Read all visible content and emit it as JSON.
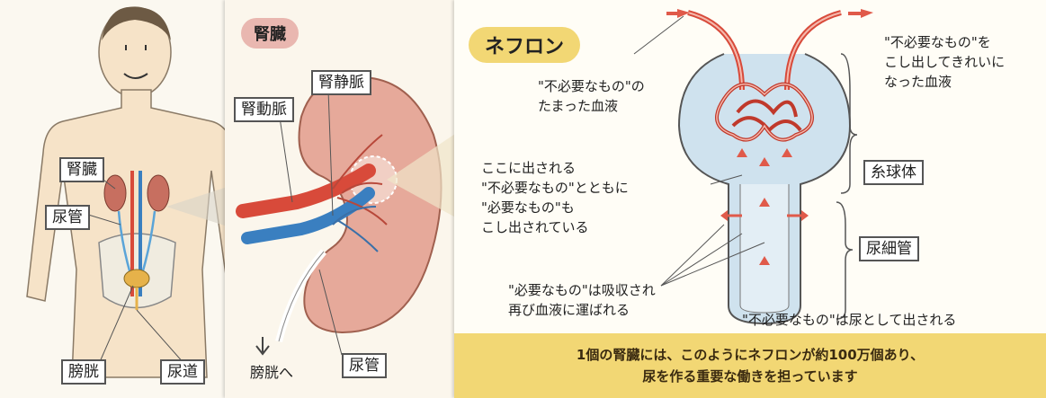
{
  "body_panel": {
    "labels": {
      "kidney": "腎臓",
      "ureter": "尿管",
      "bladder": "膀胱",
      "urethra": "尿道"
    }
  },
  "kidney_panel": {
    "title": "腎臓",
    "labels": {
      "renal_vein": "腎静脈",
      "renal_artery": "腎動脈",
      "ureter": "尿管",
      "to_bladder": "膀胱へ"
    }
  },
  "nephron_panel": {
    "title": "ネフロン",
    "labels": {
      "dirty_blood": "\"不必要なもの\"の\nたまった血液",
      "clean_blood": "\"不必要なもの\"を\nこし出してきれいに\nなった血液",
      "glomerulus": "糸球体",
      "tubule": "尿細管",
      "filtered": "ここに出される\n\"不必要なもの\"とともに\n\"必要なもの\"も\nこし出されている",
      "reabsorbed": "\"必要なもの\"は吸収され\n再び血液に運ばれる",
      "excreted": "\"不必要なもの\"は尿として出される"
    },
    "caption": "1個の腎臓には、このようにネフロンが約100万個あり、\n尿を作る重要な働きを担っています"
  },
  "colors": {
    "artery": "#d84a3a",
    "vein": "#3a7fc0",
    "kidney": "#e6a99a",
    "title_pill_kidney": "#e9b7b0",
    "title_pill_nephron": "#f2d774",
    "caption_band": "#f2d774"
  }
}
